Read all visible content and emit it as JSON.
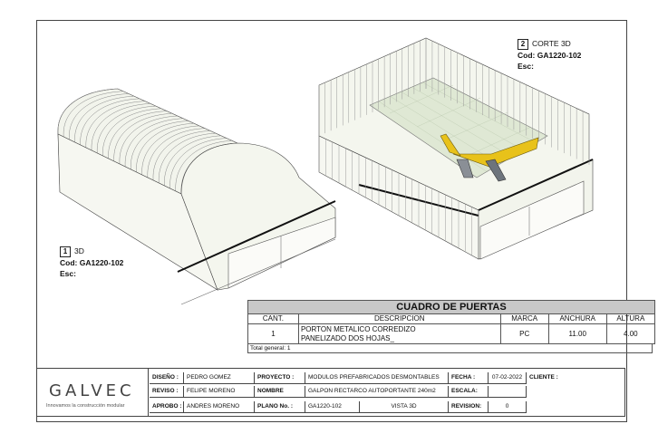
{
  "views": {
    "view1": {
      "number": "1",
      "title": "3D",
      "cod_label": "Cod:",
      "cod_value": "GA1220-102",
      "esc_label": "Esc:"
    },
    "view2": {
      "number": "2",
      "title": "CORTE 3D",
      "cod_label": "Cod:",
      "cod_value": "GA1220-102",
      "esc_label": "Esc:"
    }
  },
  "doors_table": {
    "title": "CUADRO DE PUERTAS",
    "headers": [
      "CANT.",
      "DESCRIPCION",
      "MARCA",
      "ANCHURA",
      "ALTURA"
    ],
    "rows": [
      {
        "cant": "1",
        "descripcion_1": "PORTON METALICO CORREDIZO",
        "descripcion_2": "PANELIZADO DOS HOJAS_",
        "marca": "PC",
        "anchura": "11.00",
        "altura": "4.00"
      }
    ],
    "total": "Total general: 1"
  },
  "title_block": {
    "logo_name": "GALVEC",
    "logo_tagline": "Innovamos la construcción modular",
    "diseno_label": "DISEÑO :",
    "diseno_value": "PEDRO GOMEZ",
    "reviso_label": "REVISO :",
    "reviso_value": "FELIPE MORENO",
    "aprobo_label": "APROBO :",
    "aprobo_value": "ANDRES MORENO",
    "proyecto_label": "PROYECTO :",
    "proyecto_value": "MODULOS PREFABRICADOS DESMONTABLES",
    "nombre_label": "NOMBRE",
    "nombre_value": "GALPON RECTARCO AUTOPORTANTE 240m2",
    "plano_label": "PLANO No. :",
    "plano_value": "GA1220-102",
    "plano_desc": "VISTA 3D",
    "fecha_label": "FECHA :",
    "fecha_value": "07-02-2022",
    "escala_label": "ESCALA:",
    "escala_value": "",
    "revision_label": "REVISION:",
    "revision_value": "0",
    "cliente_label": "CLIENTE :",
    "cliente_value": ""
  },
  "colors": {
    "building_fill": "#f4f6ee",
    "outline": "#333333",
    "airplane": "#e8c21a",
    "floor": "#dfe8d4"
  }
}
